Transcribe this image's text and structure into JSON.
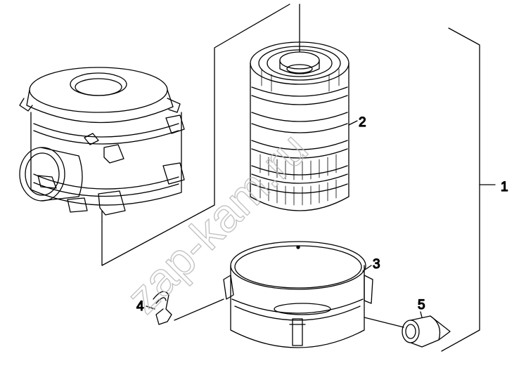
{
  "callouts": {
    "c1": "1",
    "c2": "2",
    "c3": "3",
    "c4": "4",
    "c5": "5"
  },
  "watermark": "zap-kam.ru",
  "colors": {
    "line": "#000000",
    "background": "#ffffff",
    "watermark": "#b9b9b9"
  }
}
